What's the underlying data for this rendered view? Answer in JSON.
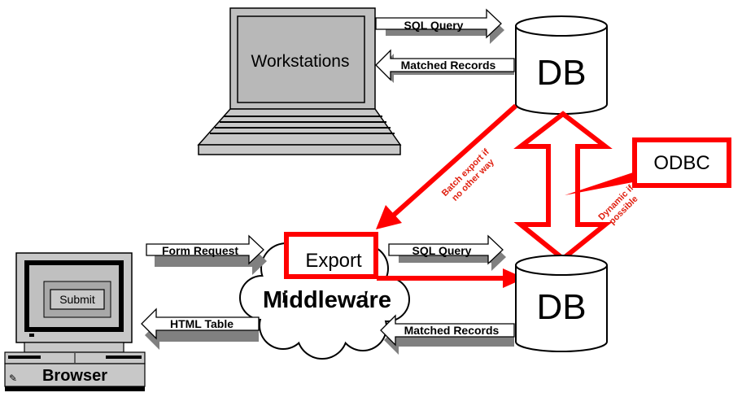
{
  "workstations": {
    "label": "Workstations"
  },
  "arrows": {
    "sql_query_top": "SQL Query",
    "matched_records_top": "Matched Records",
    "form_request": "Form Request",
    "html_table": "HTML Table",
    "sql_query_bottom": "SQL Query",
    "matched_records_bottom": "Matched Records"
  },
  "db_top": {
    "label": "DB"
  },
  "db_bottom": {
    "label": "DB"
  },
  "odbc": {
    "label": "ODBC"
  },
  "annotations": {
    "batch_line1": "Batch export if",
    "batch_line2": "no other way",
    "dynamic_line1": "Dynamic if",
    "dynamic_line2": "possible"
  },
  "middleware": {
    "label": "Middleware"
  },
  "export": {
    "label": "Export"
  },
  "browser": {
    "label": "Browser",
    "submit_label": "Submit"
  },
  "colors": {
    "accent": "#ff0000",
    "annotation": "#e02010",
    "gray": "#c0c0c0",
    "dark_gray": "#808080"
  }
}
